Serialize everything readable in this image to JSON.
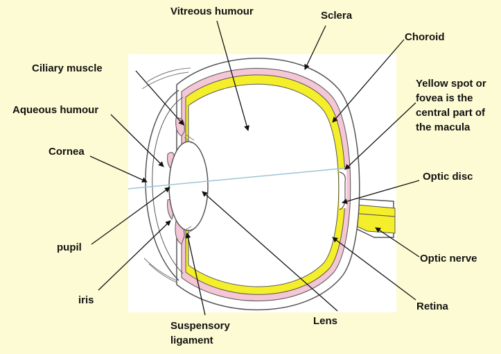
{
  "diagram": {
    "labels": {
      "vitreous_humour": "Vitreous humour",
      "sclera": "Sclera",
      "choroid": "Choroid",
      "ciliary_muscle": "Ciliary muscle",
      "aqueous_humour": "Aqueous  humour",
      "cornea": "Cornea",
      "yellow_spot": [
        "Yellow spot or",
        "fovea is the",
        "central part of",
        "the macula"
      ],
      "optic_disc": "Optic disc",
      "optic_nerve": "Optic nerve",
      "pupil": "pupil",
      "iris": "iris",
      "retina": "Retina",
      "lens": "Lens",
      "suspensory_ligament": [
        "Suspensory",
        "ligament"
      ]
    },
    "colors": {
      "background": "#fdfbd3",
      "panel": "#ffffff",
      "choroid_fill": "#f4c6d6",
      "retina_fill": "#f5ee2a",
      "outline": "#555555",
      "visual_axis": "#9ec3d6"
    }
  }
}
